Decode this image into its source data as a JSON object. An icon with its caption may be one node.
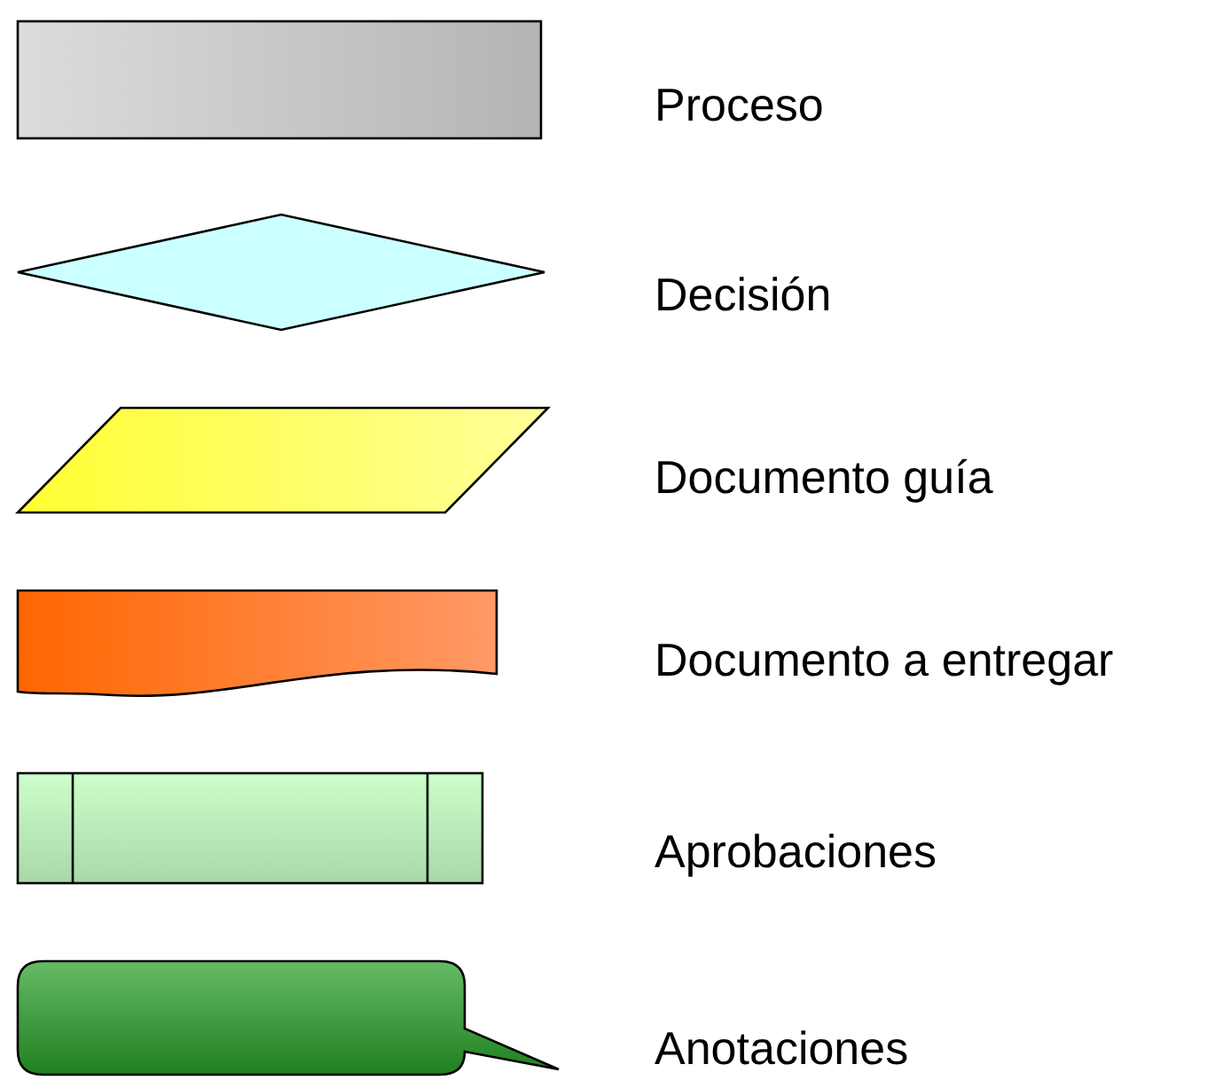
{
  "diagram": {
    "nodes": [
      {
        "text": [],
        "shape": "box",
        "beside": [
          "Proceso"
        ]
      },
      {
        "text": [],
        "shape": "diamond",
        "beside": [
          "Decisión"
        ]
      },
      {
        "text": [],
        "shape": "parallelogram",
        "beside": [
          "Documento guía"
        ]
      },
      {
        "text": [],
        "shape": "document",
        "beside": [
          "Documento a entregar"
        ]
      },
      {
        "text": [],
        "shape": "subroutine",
        "beside": [
          "Aprobaciones"
        ]
      },
      {
        "text": [],
        "shape": "callout",
        "beside": [
          "Anotaciones"
        ]
      }
    ]
  }
}
